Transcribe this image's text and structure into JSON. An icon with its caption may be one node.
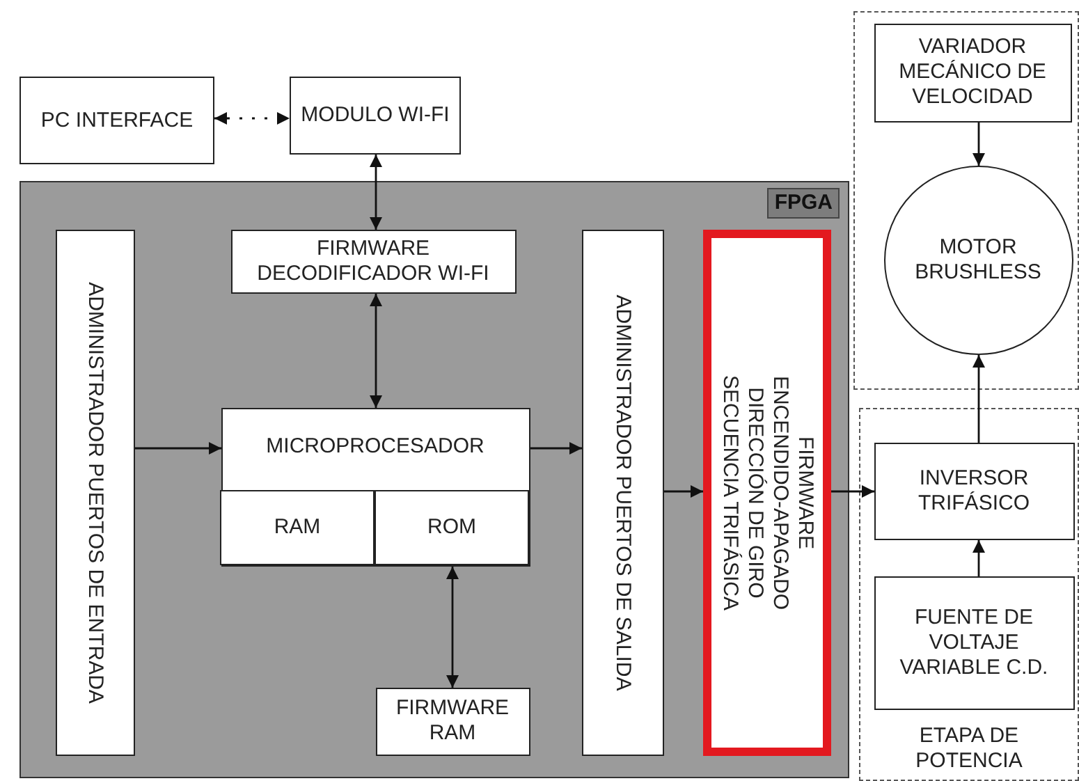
{
  "diagram": {
    "nodes": [
      {
        "text": [
          "FPGA"
        ]
      },
      {
        "text": [
          "PC INTERFACE"
        ]
      },
      {
        "text": [
          "MODULO WI-FI"
        ]
      },
      {
        "text": [
          "FIRMWARE DECODIFICADOR WI-FI"
        ],
        "in": 0
      },
      {
        "text": [
          "ADMINISTRADOR PUERTOS DE ENTRADA"
        ],
        "in": 0
      },
      {
        "text": [
          "MICROPROCESADOR"
        ],
        "in": 0
      },
      {
        "text": [
          "RAM"
        ],
        "in": 5
      },
      {
        "text": [
          "ROM"
        ],
        "in": 5
      },
      {
        "text": [
          "FIRMWARE RAM"
        ],
        "in": 0
      },
      {
        "text": [
          "ADMINISTRADOR PUERTOS DE SALIDA"
        ],
        "in": 0
      },
      {
        "text": [
          "FIRMWARE",
          "ENCENDIDO-APAGADO",
          "DIRECCIÓN DE GIRO",
          "SECUENCIA TRIFÁSICA"
        ],
        "in": 0
      },
      {
        "text": [],
        "shape": "box"
      },
      {
        "text": [
          "VARIADOR MECÁNICO DE VELOCIDAD"
        ],
        "in": 11
      },
      {
        "text": [
          "MOTOR BRUSHLESS"
        ],
        "in": 11
      },
      {
        "text": [
          "ETAPA DE POTENCIA"
        ]
      },
      {
        "text": [
          "INVERSOR TRIFÁSICO"
        ],
        "in": 14
      },
      {
        "text": [
          "FUENTE DE VOLTAJE VARIABLE C.D."
        ],
        "in": 14
      }
    ],
    "edges": [
      {
        "from": 1,
        "to": 2,
        "arrow": "both",
        "style": "dashed"
      },
      {
        "from": 2,
        "to": 3,
        "arrow": "both"
      },
      {
        "from": 3,
        "to": 5,
        "arrow": "both"
      },
      {
        "from": 4,
        "to": 5,
        "arrow": "to"
      },
      {
        "from": 5,
        "to": 9,
        "arrow": "to"
      },
      {
        "from": 9,
        "to": 10,
        "arrow": "to"
      },
      {
        "from": 10,
        "to": 15,
        "arrow": "to"
      },
      {
        "from": 7,
        "to": 8,
        "arrow": "both"
      },
      {
        "from": 12,
        "to": 13,
        "arrow": "to"
      },
      {
        "from": 15,
        "to": 13,
        "arrow": "to"
      },
      {
        "from": 16,
        "to": 15,
        "arrow": "to"
      }
    ]
  }
}
